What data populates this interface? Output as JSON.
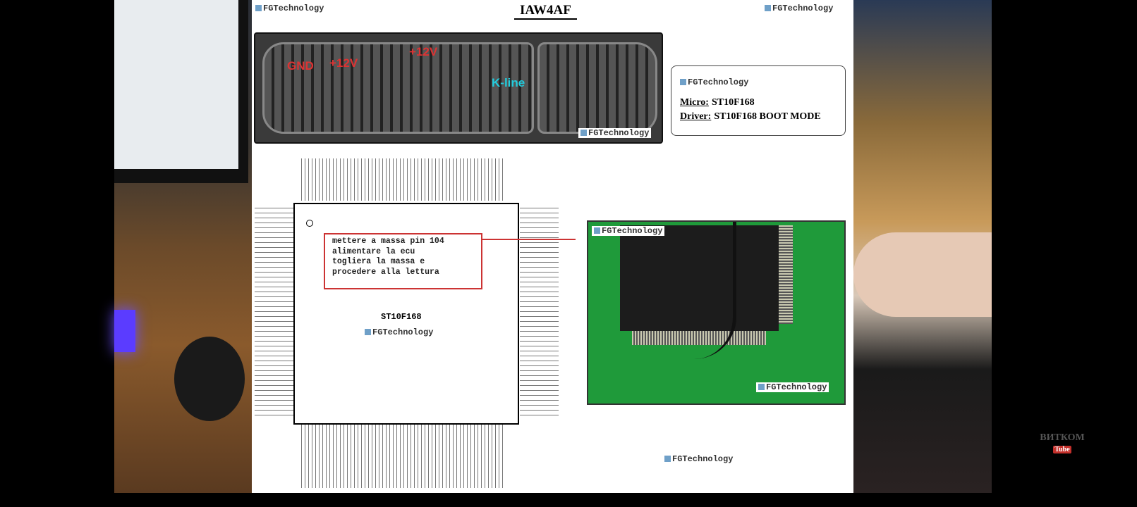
{
  "document": {
    "title": "IAW4AF",
    "watermark": "FGTechnology",
    "connector_labels": {
      "gnd": "GND",
      "plus12v_a": "+12V",
      "plus12v_b": "+12V",
      "kline": "K-line"
    },
    "info_box": {
      "micro_label": "Micro:",
      "micro_value": "ST10F168",
      "driver_label": "Driver:",
      "driver_value": "ST10F168 BOOT MODE"
    },
    "note_lines": [
      "mettere a massa pin 104",
      "alimentare la ecu",
      "togliera la massa e",
      "procedere alla lettura"
    ],
    "chip_name": "ST10F168"
  },
  "overlay": {
    "channel_logo": "ВИТКОМ",
    "youtube_badge": "Tube"
  },
  "colors": {
    "red": "#cc3333",
    "cyan": "#22c8d8",
    "pcb_green": "#1f9a3a"
  }
}
